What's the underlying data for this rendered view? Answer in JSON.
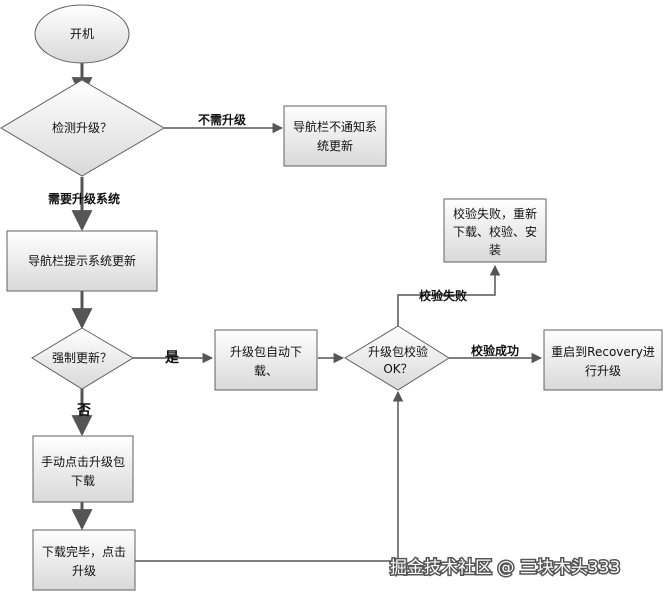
{
  "nodes": {
    "start": "开机",
    "check_upgrade": "检测升级？",
    "nav_no_notify": [
      "导航栏不通知系",
      "统更新"
    ],
    "nav_prompt": "导航栏提示系统更新",
    "force_update": "强制更新？",
    "manual_click": [
      "手动点击升级包",
      "下载"
    ],
    "download_done": [
      "下载完毕，点击",
      "升级"
    ],
    "auto_download": [
      "升级包自动下",
      "载、"
    ],
    "verify_ok": [
      "升级包校验",
      "OK？"
    ],
    "verify_fail": [
      "校验失败，重新",
      "下载、校验、安",
      "装"
    ],
    "reboot_recovery": [
      "重启到Recovery进",
      "行升级"
    ]
  },
  "edge_labels": {
    "no_need": "不需升级",
    "need": "需要升级系统",
    "yes": "是",
    "no": "否",
    "fail": "校验失败",
    "success": "校验成功"
  },
  "watermark": "掘金技术社区 @ 三块木头333",
  "colors": {
    "box_fill_top": "#ffffff",
    "box_fill_bottom": "#dcdcdc",
    "stroke": "#606060",
    "arrow": "#555555"
  }
}
